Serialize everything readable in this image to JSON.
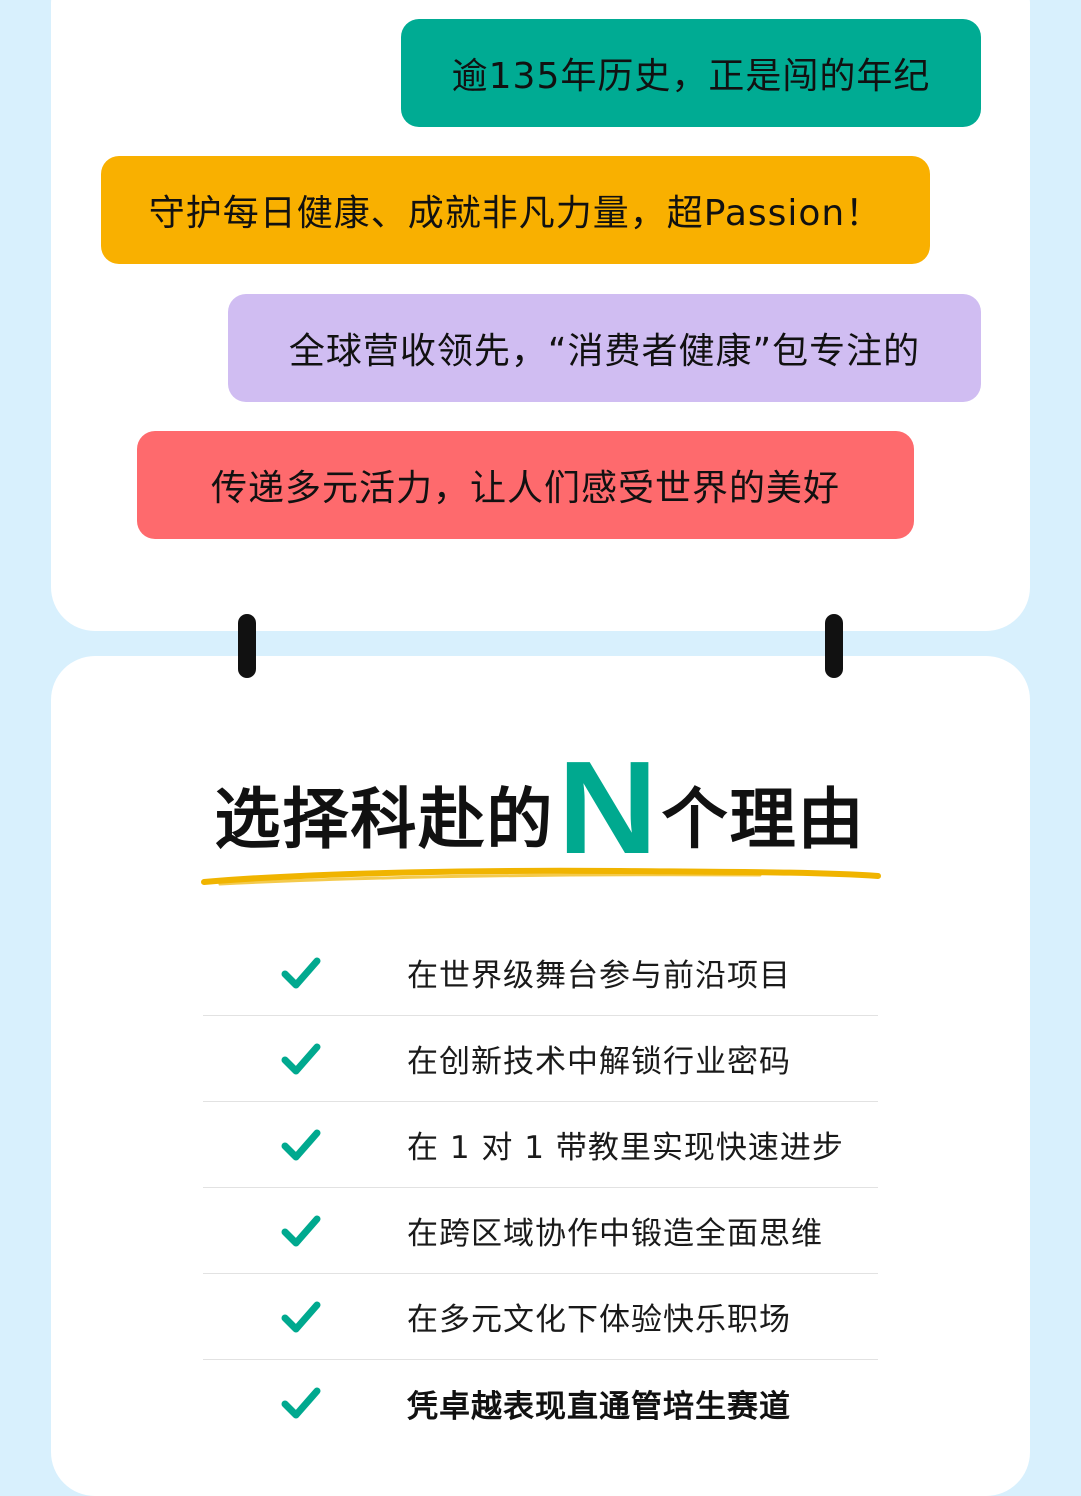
{
  "highlights": [
    {
      "text": "逾135年历史，正是闯的年纪",
      "color": "#00ab93"
    },
    {
      "text": "守护每日健康、成就非凡力量，超Passion！",
      "color": "#f9b000"
    },
    {
      "text": "全球营收领先，“消费者健康”包专注的",
      "color": "#d0bdf2"
    },
    {
      "text": "传递多元活力，让人们感受世界的美好",
      "color": "#fe6a6d"
    }
  ],
  "headline": {
    "prefix": "选择科赴的",
    "letter": "N",
    "suffix": "个理由",
    "accent_color": "#00a98f",
    "underline_color": "#f0b400"
  },
  "reasons": [
    {
      "text": "在世界级舞台参与前沿项目",
      "icon": "check-icon"
    },
    {
      "text": "在创新技术中解锁行业密码",
      "icon": "check-icon"
    },
    {
      "text": "在 1 对 1 带教里实现快速进步",
      "icon": "check-icon"
    },
    {
      "text": "在跨区域协作中锻造全面思维",
      "icon": "check-icon"
    },
    {
      "text": "在多元文化下体验快乐职场",
      "icon": "check-icon"
    },
    {
      "text": "凭卓越表现直通管培生赛道",
      "icon": "check-icon"
    }
  ],
  "check_color": "#00a98f"
}
